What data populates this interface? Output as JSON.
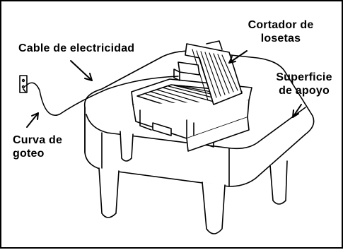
{
  "labels": {
    "cable": "Cable de electricidad",
    "cutter_line1": "Cortador de",
    "cutter_line2": "losetas",
    "surface_line1": "Superficie",
    "surface_line2": "de apoyo",
    "drip_line1": "Curva de",
    "drip_line2": "goteo"
  },
  "colors": {
    "line": "#000000",
    "background": "#ffffff"
  }
}
